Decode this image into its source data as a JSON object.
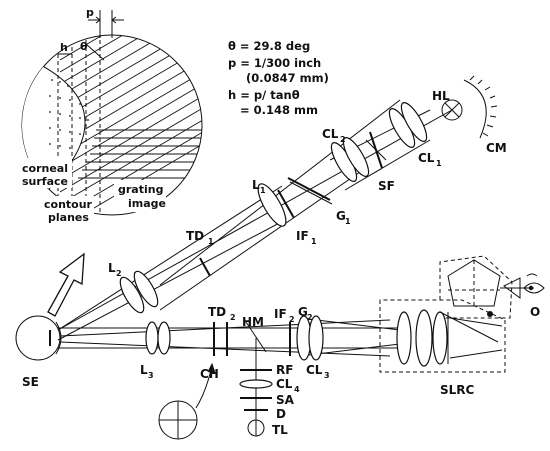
{
  "equations": {
    "theta": "θ = 29.8 deg",
    "p_inch": "p = 1/300 inch",
    "p_mm": "(0.0847 mm)",
    "h_formula": "h = p/ tanθ",
    "h_value": "= 0.148 mm"
  },
  "inset": {
    "p_label": "p",
    "h_label": "h",
    "theta_label": "θ",
    "corneal_1": "corneal",
    "corneal_2": "surface",
    "contour_1": "contour",
    "contour_2": "planes",
    "grating_1": "grating",
    "grating_2": "image"
  },
  "labels": {
    "SE": "SE",
    "L": "L",
    "TD": "TD",
    "IF": "IF",
    "G": "G",
    "CL": "CL",
    "SF": "SF",
    "HL": "HL",
    "CM": "CM",
    "HM": "HM",
    "CH": "CH",
    "RF": "RF",
    "SA": "SA",
    "D": "D",
    "TL": "TL",
    "SLRC": "SLRC",
    "O": "O"
  },
  "subscripts": {
    "one": "1",
    "two": "2",
    "three": "3",
    "four": "4"
  }
}
